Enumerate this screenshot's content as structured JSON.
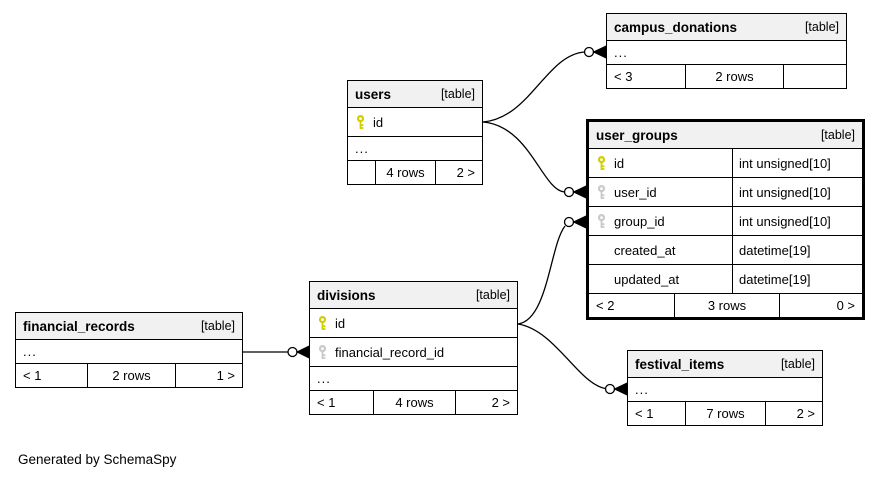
{
  "diagram": {
    "footer_note": "Generated by SchemaSpy",
    "colors": {
      "bg": "#ffffff",
      "header_bg": "#f1f1f1",
      "border": "#000000",
      "pk_key": "#cfcf00",
      "fk_key": "#c9c9c9"
    }
  },
  "tables": {
    "campus_donations": {
      "title": "campus_donations",
      "tag": "[table]",
      "ellipsis": "...",
      "footer": [
        "< 3",
        "2 rows",
        ""
      ]
    },
    "users": {
      "title": "users",
      "tag": "[table]",
      "columns": [
        {
          "key": "pk",
          "name": "id",
          "type": ""
        }
      ],
      "ellipsis": "...",
      "footer": [
        "",
        "4 rows",
        "2 >"
      ]
    },
    "user_groups": {
      "title": "user_groups",
      "tag": "[table]",
      "columns": [
        {
          "key": "pk",
          "name": "id",
          "type": "int unsigned[10]"
        },
        {
          "key": "fk",
          "name": "user_id",
          "type": "int unsigned[10]"
        },
        {
          "key": "fk",
          "name": "group_id",
          "type": "int unsigned[10]"
        },
        {
          "key": "",
          "name": "created_at",
          "type": "datetime[19]"
        },
        {
          "key": "",
          "name": "updated_at",
          "type": "datetime[19]"
        }
      ],
      "footer": [
        "< 2",
        "3 rows",
        "0 >"
      ]
    },
    "divisions": {
      "title": "divisions",
      "tag": "[table]",
      "columns": [
        {
          "key": "pk",
          "name": "id",
          "type": ""
        },
        {
          "key": "fk",
          "name": "financial_record_id",
          "type": ""
        }
      ],
      "ellipsis": "...",
      "footer": [
        "< 1",
        "4 rows",
        "2 >"
      ]
    },
    "financial_records": {
      "title": "financial_records",
      "tag": "[table]",
      "ellipsis": "...",
      "footer": [
        "< 1",
        "2 rows",
        "1 >"
      ]
    },
    "festival_items": {
      "title": "festival_items",
      "tag": "[table]",
      "ellipsis": "...",
      "footer": [
        "< 1",
        "7 rows",
        "2 >"
      ]
    }
  },
  "relationships": [
    {
      "parent": "users.id",
      "child": "campus_donations"
    },
    {
      "parent": "users.id",
      "child": "user_groups.user_id"
    },
    {
      "parent": "divisions.id",
      "child": "user_groups.group_id"
    },
    {
      "parent": "divisions.id",
      "child": "festival_items"
    },
    {
      "parent": "financial_records",
      "child": "divisions.financial_record_id"
    }
  ]
}
